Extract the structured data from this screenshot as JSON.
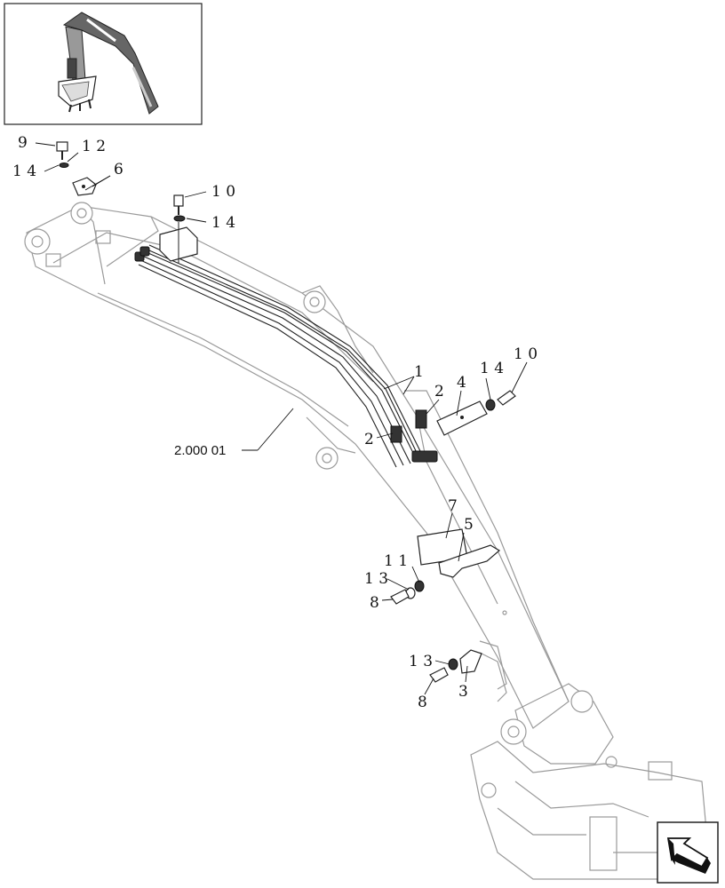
{
  "callouts": [
    {
      "id": "c9",
      "text": "9"
    },
    {
      "id": "c12",
      "text": "1 2"
    },
    {
      "id": "c14a",
      "text": "1 4"
    },
    {
      "id": "c6",
      "text": "6"
    },
    {
      "id": "c10a",
      "text": "1 0"
    },
    {
      "id": "c14b",
      "text": "1 4"
    },
    {
      "id": "c1",
      "text": "1"
    },
    {
      "id": "c14c",
      "text": "1 4"
    },
    {
      "id": "c10b",
      "text": "1 0"
    },
    {
      "id": "c2a",
      "text": "2"
    },
    {
      "id": "c4",
      "text": "4"
    },
    {
      "id": "c2b",
      "text": "2"
    },
    {
      "id": "c7",
      "text": "7"
    },
    {
      "id": "c5",
      "text": "5"
    },
    {
      "id": "c11",
      "text": "1 1"
    },
    {
      "id": "c13a",
      "text": "1 3"
    },
    {
      "id": "c8a",
      "text": "8"
    },
    {
      "id": "c13b",
      "text": "1 3"
    },
    {
      "id": "c3",
      "text": "3"
    },
    {
      "id": "c8b",
      "text": "8"
    }
  ],
  "reference_label": "2.000 01"
}
